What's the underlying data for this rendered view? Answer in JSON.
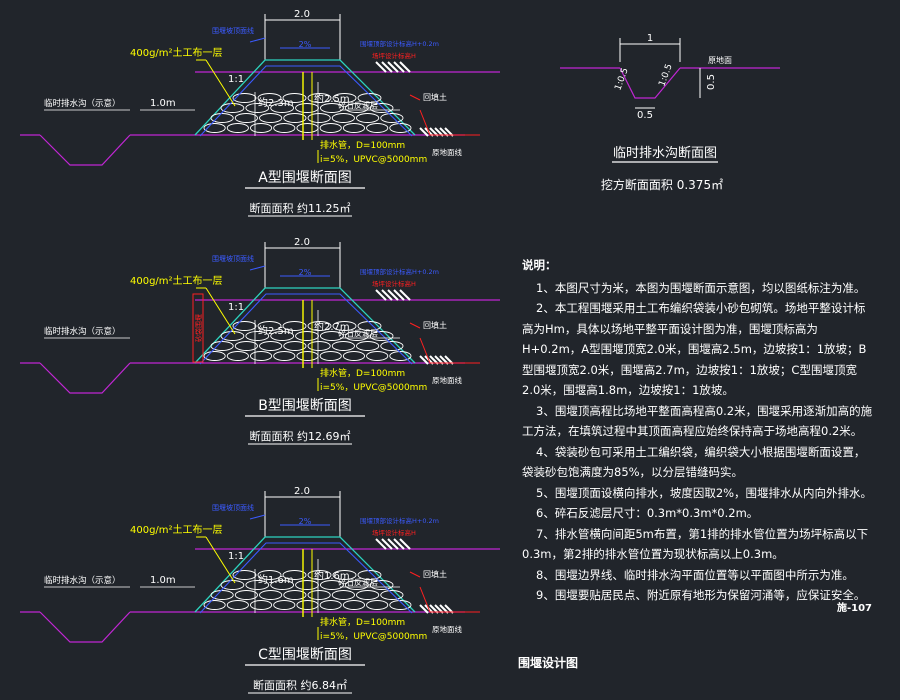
{
  "sections": [
    {
      "id": "A",
      "title": "A型围堰断面图",
      "area": "断面面积 约11.25㎡",
      "top_width": "2.0",
      "slope": "1:1",
      "height": "约2.3m",
      "height2": "约2.5m",
      "ditch_label": "临时排水沟（示意）",
      "offset": "1.0m",
      "geotextile": "400g/m²土工布一层",
      "pipe_note": "排水管，D=100mm",
      "pipe_slope": "i=5%，UPVC@5000mm",
      "gravel": "碎石反滤层",
      "backfill": "回填土",
      "ground": "原地面线",
      "boundary": "围堰坡顶面线",
      "level1": "围堰顶部设计标高H+0.2m",
      "level2": "场坪设计标高H",
      "grade": "2%"
    },
    {
      "id": "B",
      "title": "B型围堰断面图",
      "area": "断面面积 约12.69㎡",
      "top_width": "2.0",
      "slope": "1:1",
      "height": "约2.5m",
      "height2": "约2.7m",
      "ditch_label": "临时排水沟（示意）",
      "offset": "",
      "geotextile": "400g/m²土工布一层",
      "pipe_note": "排水管，D=100mm",
      "pipe_slope": "i=5%，UPVC@5000mm",
      "gravel": "碎石反滤层",
      "backfill": "回填土",
      "ground": "原地面线",
      "boundary": "围堰坡顶面线",
      "level1": "围堰顶部设计标高H+0.2m",
      "level2": "场坪设计标高H",
      "grade": "2%",
      "sidebar": "砂袋围堰"
    },
    {
      "id": "C",
      "title": "C型围堰断面图",
      "area": "断面面积 约6.84㎡",
      "top_width": "2.0",
      "slope": "1:1",
      "height": "约1.6m",
      "height2": "约1.6m",
      "ditch_label": "临时排水沟（示意）",
      "offset": "1.0m",
      "geotextile": "400g/m²土工布一层",
      "pipe_note": "排水管，D=100mm",
      "pipe_slope": "i=5%，UPVC@5000mm",
      "gravel": "碎石反滤层",
      "backfill": "回填土",
      "ground": "原地面线",
      "boundary": "围堰坡顶面线",
      "level1": "围堰顶部设计标高H+0.2m",
      "level2": "场坪设计标高H",
      "grade": "2%"
    }
  ],
  "ditch": {
    "title": "临时排水沟断面图",
    "area": "挖方断面面积 0.375㎡",
    "top": "1",
    "bottom": "0.5",
    "depth": "0.5",
    "slope_left": "1:0.5",
    "slope_right": "1:0.5",
    "ground": "原地面"
  },
  "notes": {
    "title": "说明：",
    "items": [
      "1、本图尺寸为米，本图为围堰断面示意图，均以图纸标注为准。",
      "2、本工程围堰采用土工布编织袋装小砂包砌筑。场地平整设计标高为Hm，具体以场地平整平面设计图为准，围堰顶标高为H+0.2m，A型围堰顶宽2.0米，围堰高2.5m，边坡按1：1放坡；B型围堰顶宽2.0米，围堰高2.7m，边坡按1：1放坡；C型围堰顶宽2.0米，围堰高1.8m，边坡按1：1放坡。",
      "3、围堰顶高程比场地平整面高程高0.2米，围堰采用逐渐加高的施工方法，在填筑过程中其顶面高程应始终保持高于场地高程0.2米。",
      "4、袋装砂包可采用土工编织袋，编织袋大小根据围堰断面设置，袋装砂包饱满度为85%，以分层错缝码实。",
      "5、围堰顶面设横向排水，坡度因取2%，围堰排水从内向外排水。",
      "6、碎石反滤层尺寸：0.3m*0.3m*0.2m。",
      "7、排水管横向间距5m布置，第1排的排水管位置为场坪标高以下0.3m，第2排的排水管位置为现状标高以上0.3m。",
      "8、围堰边界线、临时排水沟平面位置等以平面图中所示为准。",
      "9、围堰要贴居民点、附近原有地形为保留河涌等，应保证安全。"
    ]
  },
  "sheet_title": "围堰设计图",
  "sheet_no": "施-107",
  "colors": {
    "background": "#21252b",
    "magenta": "#c026d3",
    "yellow": "#ffff00",
    "cyan": "#2dd4bf",
    "blue": "#3b5bff",
    "red": "#ff2020",
    "white": "#ffffff",
    "green": "#4ade80"
  }
}
